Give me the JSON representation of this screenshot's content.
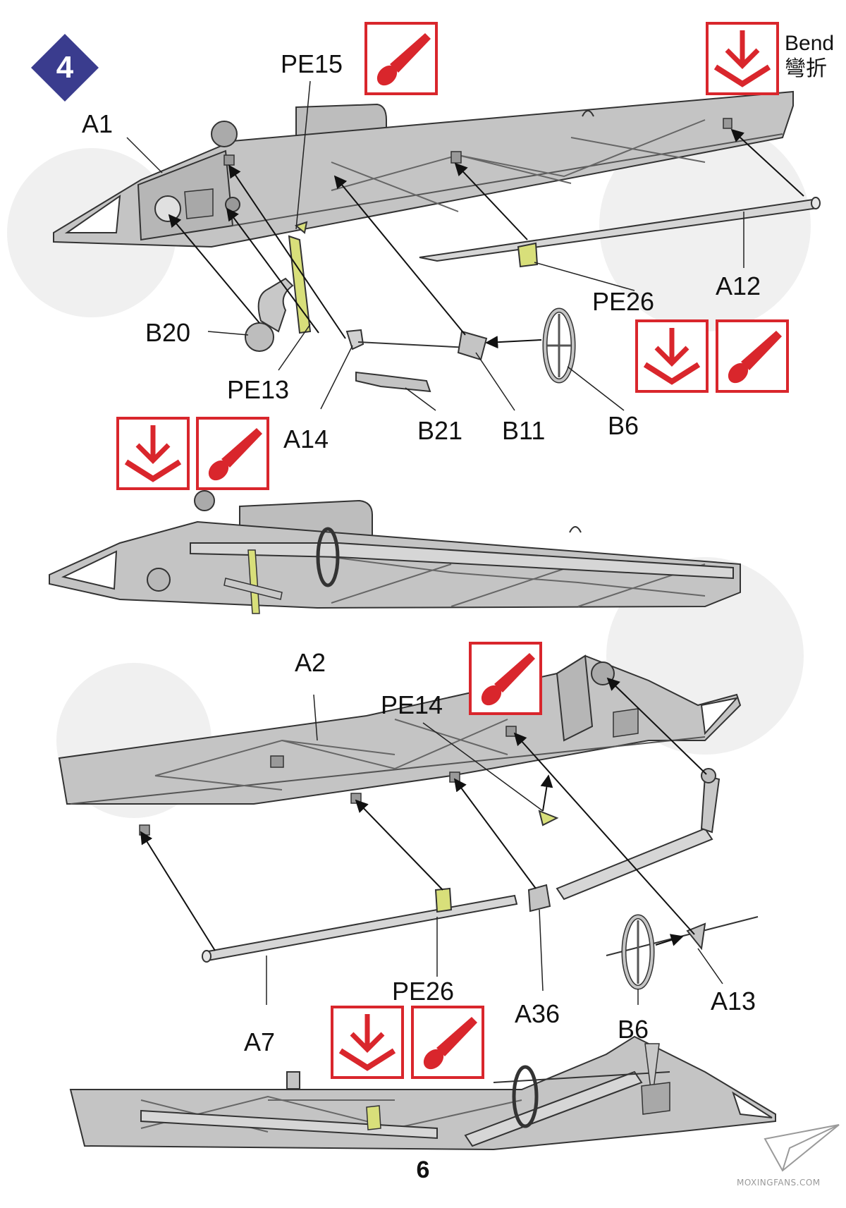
{
  "step": {
    "number": "4",
    "badge_color": "#3a3c8e"
  },
  "legend": {
    "bend_en": "Bend",
    "bend_zh": "彎折",
    "symbol_color": "#d9262c"
  },
  "part_color": "#c4c4c4",
  "pe_color": "#d8df7a",
  "labels": {
    "a1": "A1",
    "pe15": "PE15",
    "b20": "B20",
    "pe13": "PE13",
    "a14": "A14",
    "b21": "B21",
    "b11": "B11",
    "b6_top": "B6",
    "pe26_top": "PE26",
    "a12": "A12",
    "a2": "A2",
    "pe14": "PE14",
    "pe26_bottom": "PE26",
    "a7": "A7",
    "a36": "A36",
    "b6_bottom": "B6",
    "a13": "A13"
  },
  "page_number": "6",
  "watermark": "MOXINGFANS.COM"
}
